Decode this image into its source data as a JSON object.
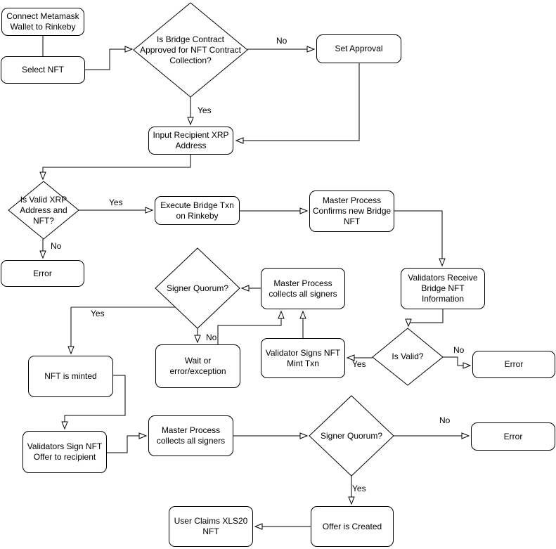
{
  "flowchart": {
    "labels": {
      "yes": "Yes",
      "no": "No"
    },
    "nodes": {
      "connect_wallet": "Connect Metamask\nWallet to Rinkeby",
      "select_nft": "Select NFT",
      "approved_question": "Is Bridge Contract\nApproved for NFT Contract\nCollection?",
      "set_approval": "Set Approval",
      "input_xrp_address": "Input Recipient XRP\nAddress",
      "valid_xrp_question": "Is Valid XRP\nAddress and\nNFT?",
      "execute_bridge_txn": "Execute Bridge Txn\non Rinkeby",
      "master_confirms_bridge": "Master Process\nConfirms new Bridge\nNFT",
      "error_invalid_xrp": "Error",
      "validators_receive_info": "Validators Receive\nBridge NFT\nInformation",
      "signer_quorum_mint": "Signer Quorum?",
      "master_collects_signers_mint": "Master Process\ncollects all signers",
      "wait_or_error": "Wait or\nerror/exception",
      "validator_signs_mint_txn": "Validator Signs NFT\nMint Txn",
      "is_valid_question": "Is Valid?",
      "error_invalid_bridge": "Error",
      "nft_is_minted": "NFT is minted",
      "validators_sign_offer": "Validators Sign NFT\nOffer to recipient",
      "master_collects_signers_offer": "Master Process\ncollects all signers",
      "signer_quorum_offer": "Signer Quorum?",
      "error_no_quorum": "Error",
      "offer_is_created": "Offer is Created",
      "user_claims_nft": "User Claims XLS20\nNFT"
    }
  },
  "colors": {
    "stroke": "#000000",
    "gray_edge": "#8f8f8f",
    "node_fill": "#ffffff",
    "background": "#ffffff"
  }
}
